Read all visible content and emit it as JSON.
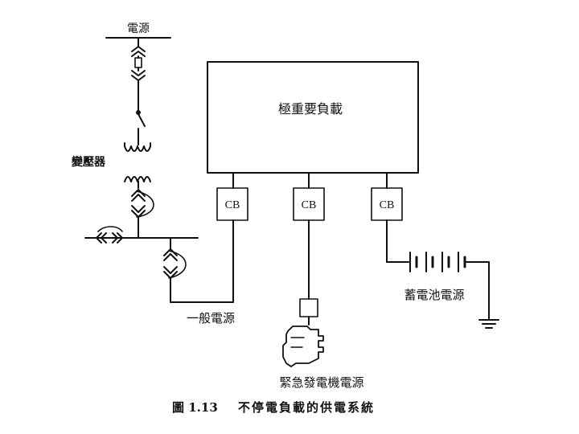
{
  "labels": {
    "power_source": "電源",
    "transformer": "變壓器",
    "critical_load": "極重要負載",
    "normal_power": "一般電源",
    "battery_power": "蓄電池電源",
    "emergency_generator": "緊急發電機電源"
  },
  "breakers": [
    "CB",
    "CB",
    "CB"
  ],
  "caption": {
    "figure_number": "圖 1.13",
    "title": "不停電負載的供電系統"
  }
}
